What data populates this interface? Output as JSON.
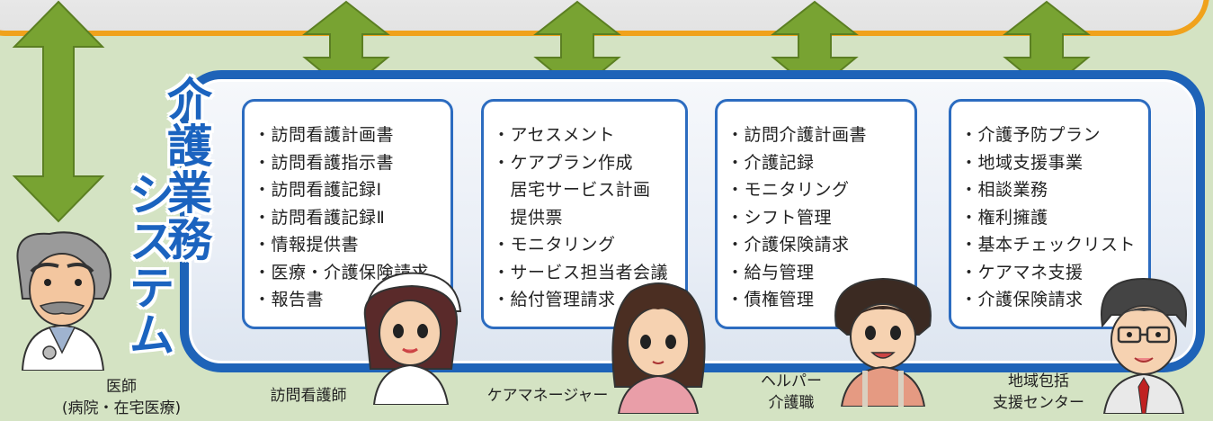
{
  "system_title": [
    "介",
    "護",
    "業",
    "務",
    "シ",
    "ス",
    "テ",
    "ム"
  ],
  "cards": [
    {
      "items": [
        "・訪問看護計画書",
        "・訪問看護指示書",
        "・訪問看護記録Ⅰ",
        "・訪問看護記録Ⅱ",
        "・情報提供書",
        "・医療・介護保険請求",
        "・報告書"
      ]
    },
    {
      "items": [
        "・アセスメント",
        "・ケアプラン作成",
        "　居宅サービス計画",
        "　提供票",
        "・モニタリング",
        "・サービス担当者会議",
        "・給付管理請求"
      ]
    },
    {
      "items": [
        "・訪問介護計画書",
        "・介護記録",
        "・モニタリング",
        "・シフト管理",
        "・介護保険請求",
        "・給与管理",
        "・債権管理"
      ]
    },
    {
      "items": [
        "・介護予防プラン",
        "・地域支援事業",
        "・相談業務",
        "・権利擁護",
        "・基本チェックリスト",
        "・ケアマネ支援",
        "・介護保険請求"
      ]
    }
  ],
  "roles": {
    "doctor": [
      "医師",
      "(病院・在宅医療)"
    ],
    "nurse": [
      "訪問看護師"
    ],
    "care_manager": [
      "ケアマネージャー"
    ],
    "helper": [
      "ヘルパー",
      "介護職"
    ],
    "center": [
      "地域包括",
      "支援センター"
    ]
  },
  "colors": {
    "arrow": "#78a332",
    "frame": "#1e63b8",
    "band_border": "#f0a21c",
    "background": "#d4e3c3"
  },
  "icons": [
    "double-headed-arrow-icon",
    "doctor-icon",
    "nurse-icon",
    "care-manager-icon",
    "helper-icon",
    "center-staff-icon"
  ]
}
